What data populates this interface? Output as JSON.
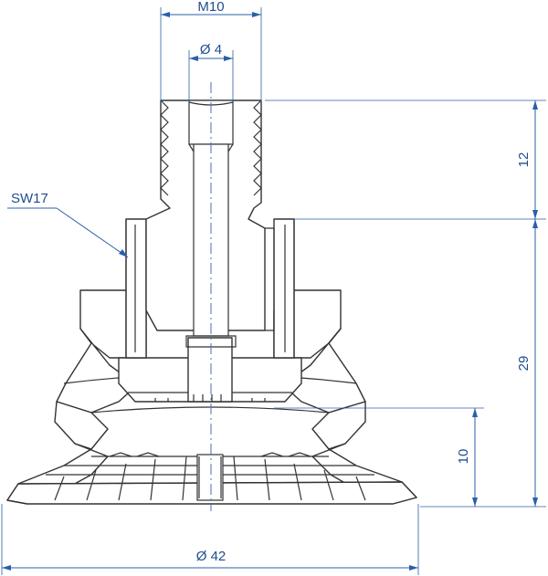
{
  "drawing": {
    "dimensions": {
      "thread": "M10",
      "bore_diameter": "Ø 4",
      "wrench_size": "SW17",
      "height_upper": "12",
      "height_middle": "29",
      "height_lower": "10",
      "outer_diameter": "Ø 42"
    },
    "colors": {
      "dimension": "#2b5fa8",
      "outline": "#333333",
      "hatch": "#555555"
    }
  }
}
